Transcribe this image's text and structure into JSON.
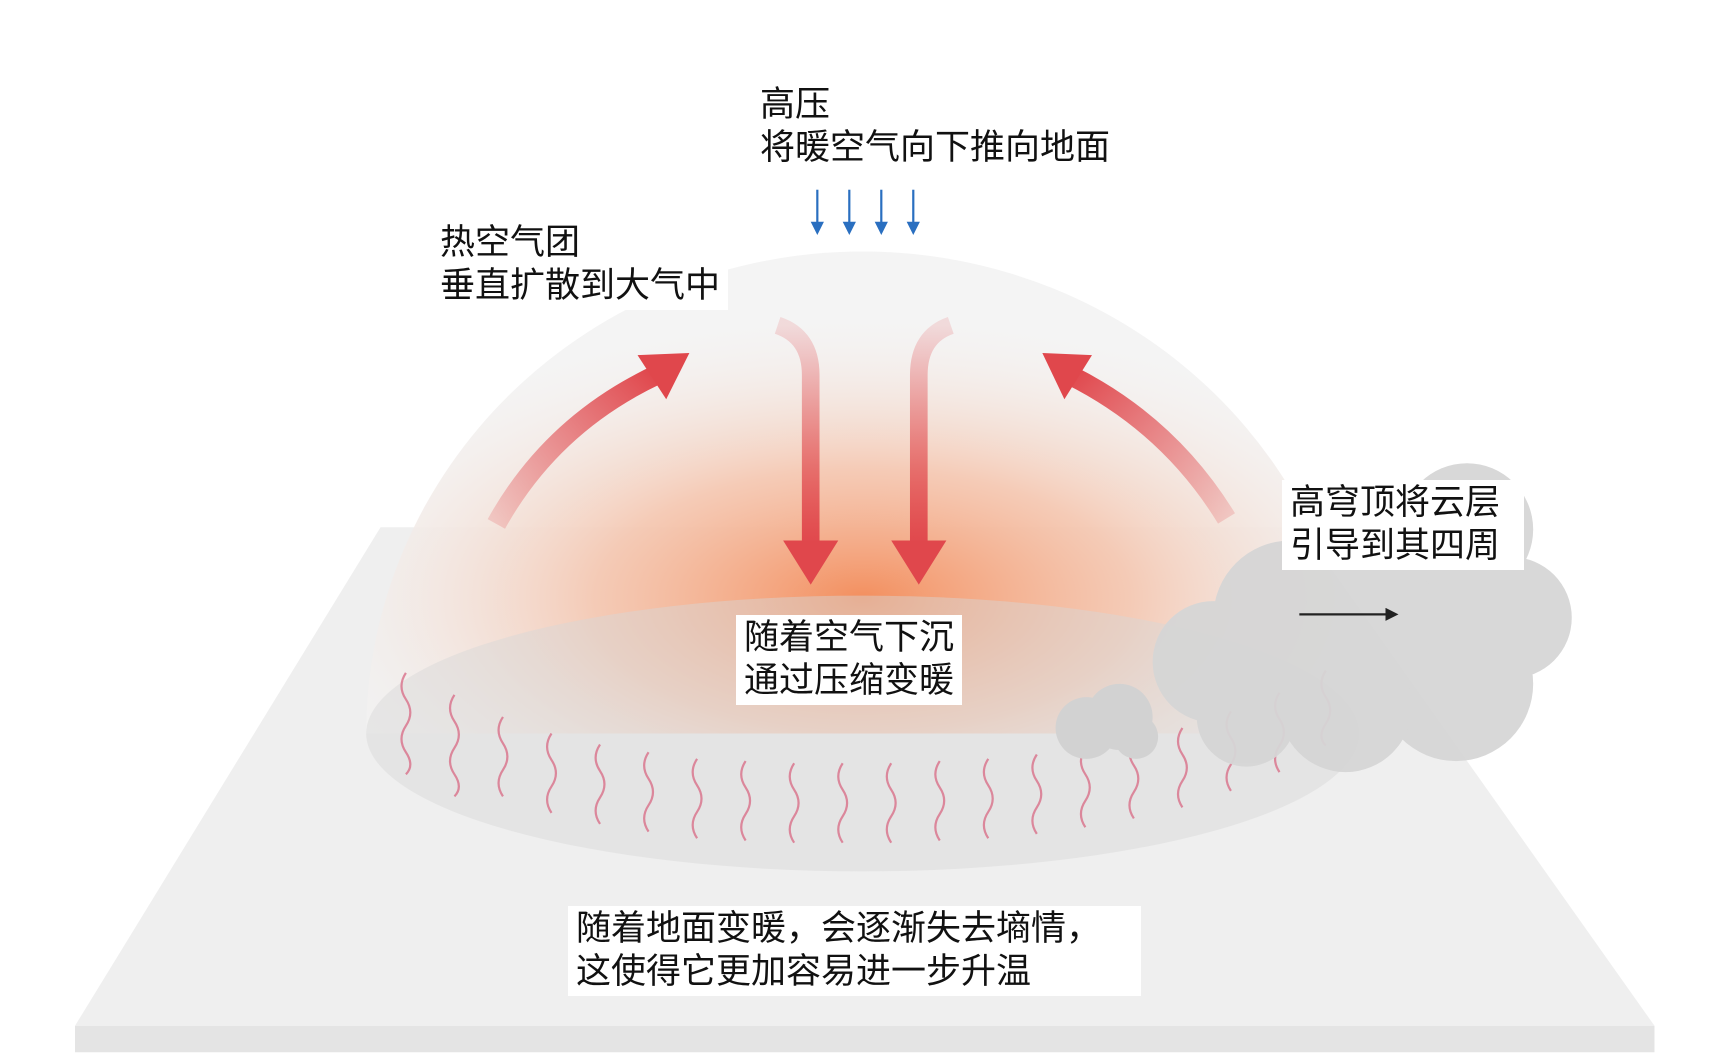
{
  "labels": {
    "high_pressure": {
      "line1": "高压",
      "line2": "将暖空气向下推向地面"
    },
    "heat_mass": {
      "line1": "热空气团",
      "line2": "垂直扩散到大气中"
    },
    "dome": {
      "line1": "高穹顶将云层",
      "line2": "引导到其四周"
    },
    "sinking": {
      "line1": "随着空气下沉",
      "line2": "通过压缩变暖"
    },
    "ground": {
      "line1": "随着地面变暖，会逐渐失去墒情，",
      "line2": "这使得它更加容易进一步升温"
    }
  },
  "colors": {
    "arrow_red": "#e0474c",
    "arrow_blue": "#2a6fc0",
    "heat": "#f08a5d"
  }
}
